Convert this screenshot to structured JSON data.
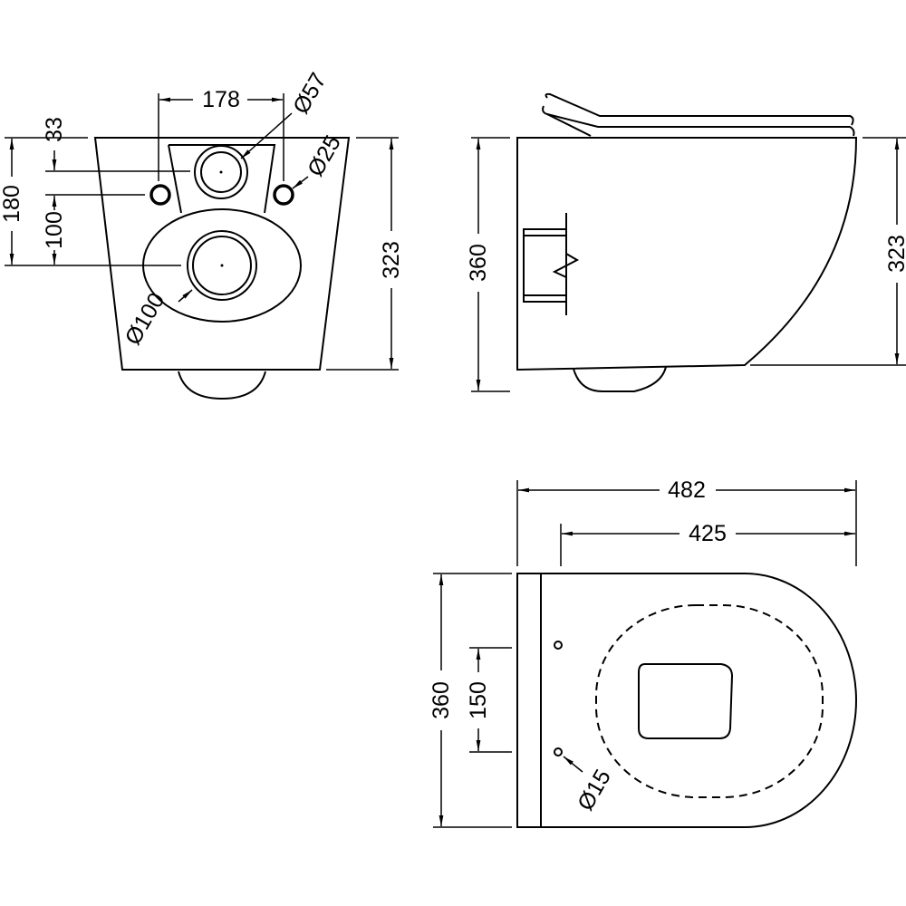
{
  "front_view": {
    "width_between_holes": "178",
    "outlet_small_dia": "Ø57",
    "fixing_hole_dia": "Ø25",
    "outlet_large_dia": "Ø100",
    "top_to_small_outlet": "33",
    "top_to_large_outlet": "180",
    "fixing_to_large_outlet": "100",
    "height": "323"
  },
  "side_view": {
    "overall_height": "360",
    "pan_height": "323"
  },
  "top_view": {
    "overall_length": "482",
    "pan_length": "425",
    "width": "360",
    "seat_hole_spacing": "150",
    "seat_hole_dia": "Ø15"
  }
}
